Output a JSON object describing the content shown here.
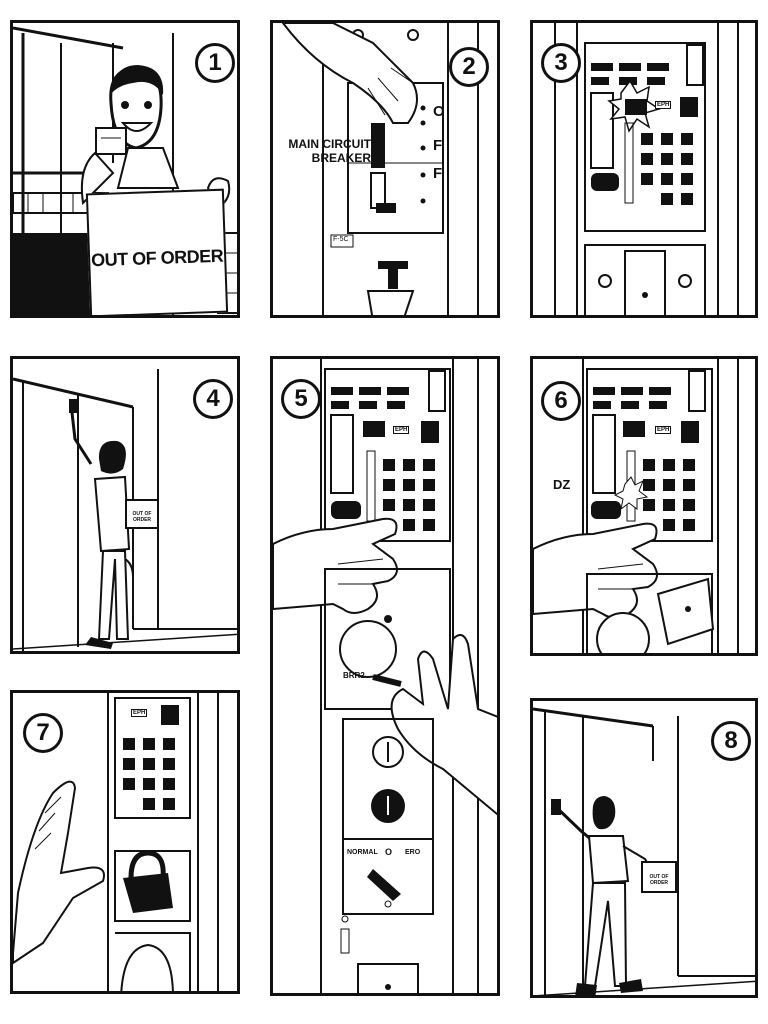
{
  "panels": [
    {
      "number": "1",
      "sign_text": "OUT OF ORDER"
    },
    {
      "number": "2",
      "breaker_label": "MAIN CIRCUIT BREAKER",
      "switch_letters": [
        "O",
        "F",
        "F"
      ],
      "tag_text": "F-5C"
    },
    {
      "number": "3",
      "display_text": "EPH"
    },
    {
      "number": "4",
      "sign_text": "OUT OF ORDER"
    },
    {
      "number": "5",
      "display_text": "EPH",
      "key_label": "BRR2",
      "switch_left": "NORMAL",
      "switch_mid": "O",
      "switch_right": "ERO"
    },
    {
      "number": "6",
      "display_text": "EPH",
      "side_label": "DZ"
    },
    {
      "number": "7",
      "display_text": "EPH"
    },
    {
      "number": "8",
      "sign_text": "OUT OF ORDER"
    }
  ],
  "icons": [
    "person-icon",
    "hand-icon",
    "padlock-icon",
    "key-icon",
    "control-panel-icon",
    "elevator-door-icon"
  ]
}
